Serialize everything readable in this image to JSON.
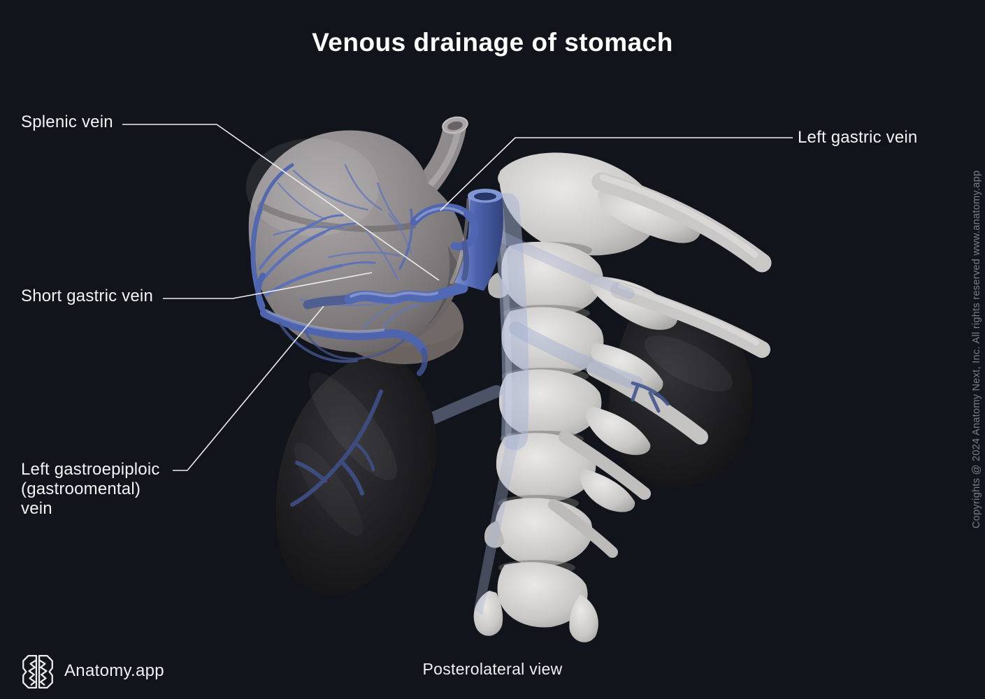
{
  "title": "Venous drainage of stomach",
  "view_caption": "Posterolateral view",
  "labels": {
    "splenic_vein": "Splenic vein",
    "left_gastric_vein": "Left gastric vein",
    "short_gastric_vein": "Short gastric vein",
    "left_gastroepiploic_vein": "Left gastroepiploic\n(gastroomental)\nvein"
  },
  "branding": {
    "name": "Anatomy.app",
    "icon": "brain-icon"
  },
  "copyright": "Copyrights @ 2024 Anatomy Next, Inc. All rights reserved www.anatomy.app",
  "colors": {
    "background": "#11141a",
    "text": "#f3f3f5",
    "muted_text": "#7a7f89",
    "leader_line": "#ededef",
    "vein_blue": "#5168b4",
    "bone": "#d2d1cf",
    "stomach_gray": "#8d898b",
    "kidney_dark": "#1c1c1f"
  }
}
